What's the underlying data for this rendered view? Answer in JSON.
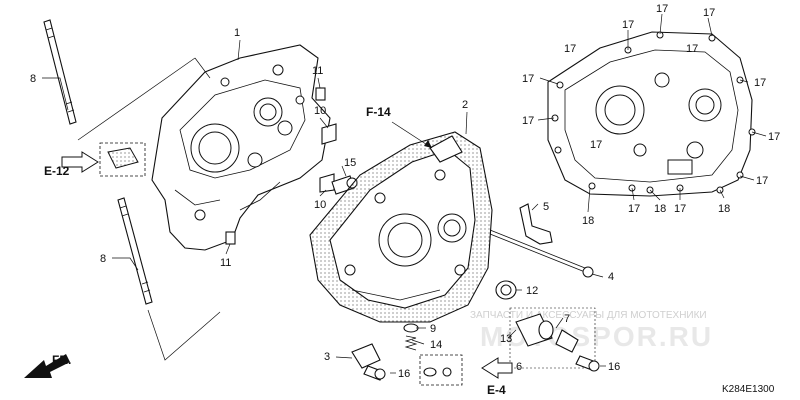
{
  "callouts": {
    "c1": "1",
    "c2": "2",
    "c3": "3",
    "c4": "4",
    "c5": "5",
    "c6": "6",
    "c7": "7",
    "c8a": "8",
    "c8b": "8",
    "c9": "9",
    "c10a": "10",
    "c10b": "10",
    "c11a": "11",
    "c11b": "11",
    "c12": "12",
    "c13": "13",
    "c14": "14",
    "c15": "15",
    "c16a": "16",
    "c16b": "16",
    "c17": [
      "17",
      "17",
      "17",
      "17",
      "17",
      "17",
      "17",
      "17",
      "17",
      "17",
      "17",
      "17",
      "17"
    ],
    "c18": [
      "18",
      "18",
      "18"
    ]
  },
  "refs": {
    "e12": "E-12",
    "f14": "F-14",
    "e4": "E-4",
    "front": "FR."
  },
  "watermark": {
    "line1": "ЗАПЧАСТИ И АКСЕССУАРЫ ДЛЯ МОТОТЕХНИКИ",
    "line2": "MOTOSPOR.RU"
  },
  "diagram_code": "K284E1300"
}
